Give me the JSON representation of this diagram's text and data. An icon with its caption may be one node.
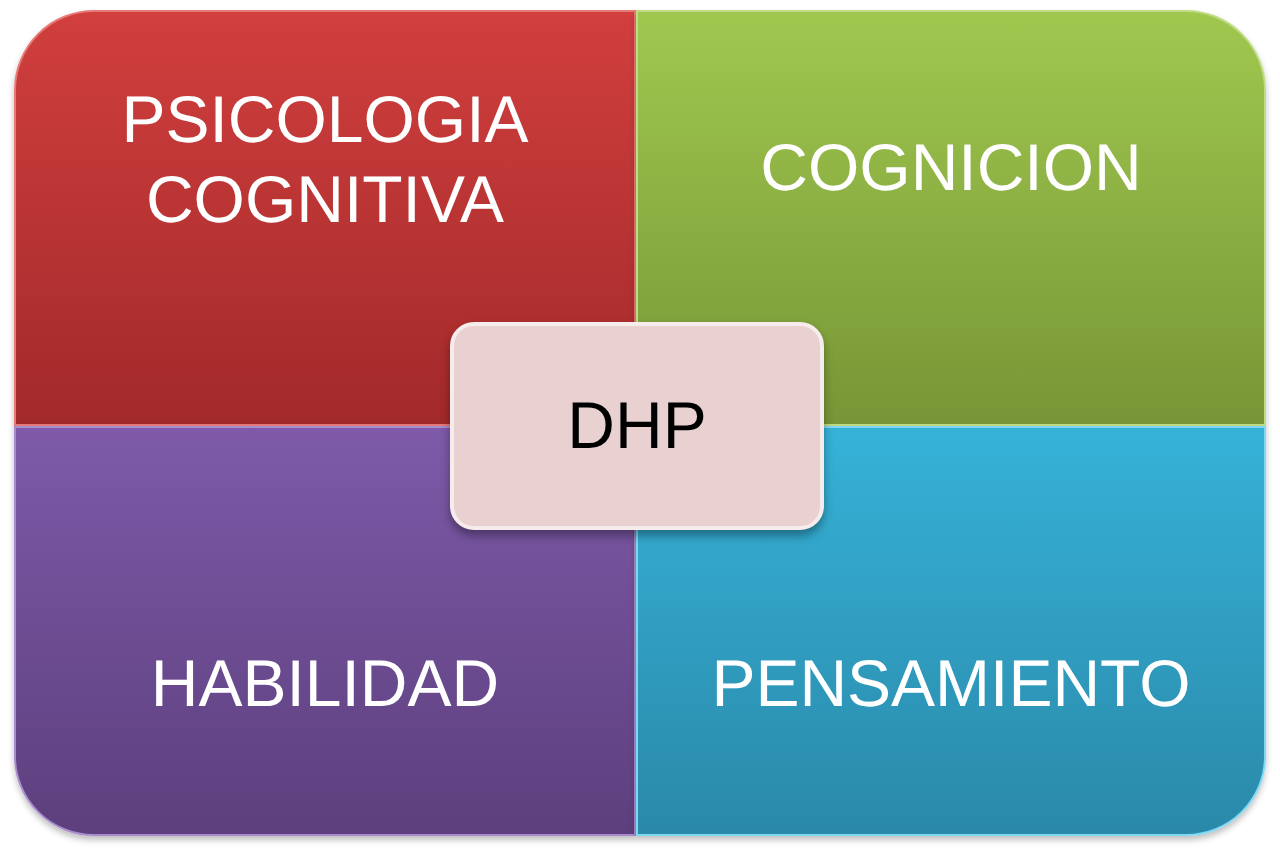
{
  "diagram": {
    "nodes": [
      {
        "text": [
          "PSICOLOGIA COGNITIVA"
        ]
      },
      {
        "text": [
          "COGNICION"
        ]
      },
      {
        "text": [
          "DHP"
        ]
      },
      {
        "text": [
          "HABILIDAD"
        ]
      },
      {
        "text": [
          "PENSAMIENTO"
        ]
      }
    ]
  }
}
